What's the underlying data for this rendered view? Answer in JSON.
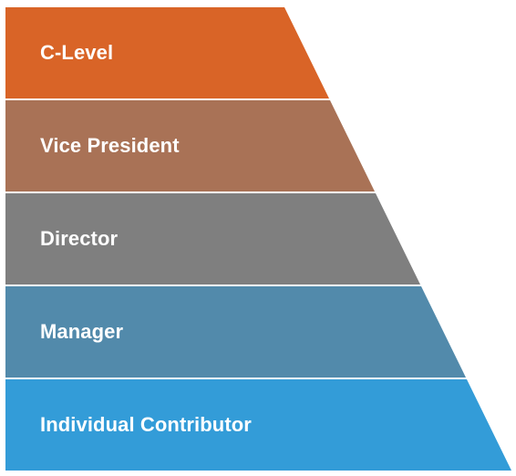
{
  "tiers": [
    {
      "label": "C-Level",
      "color": "#d96427"
    },
    {
      "label": "Vice President",
      "color": "#a97256"
    },
    {
      "label": "Director",
      "color": "#7f7f7f"
    },
    {
      "label": "Manager",
      "color": "#528aab"
    },
    {
      "label": "Individual Contributor",
      "color": "#339cd8"
    }
  ]
}
